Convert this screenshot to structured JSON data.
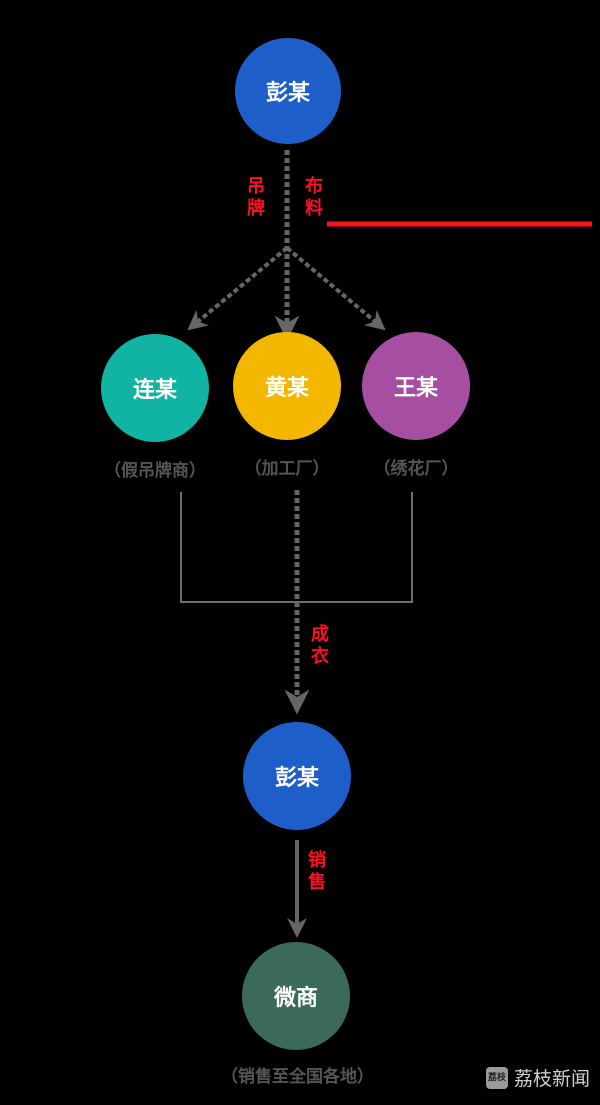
{
  "nodes": {
    "top_peng": {
      "label": "彭某",
      "color": "#1e5ec9"
    },
    "lian": {
      "label": "连某",
      "sub": "（假吊牌商）",
      "color": "#11b3a3"
    },
    "huang": {
      "label": "黄某",
      "sub": "（加工厂）",
      "color": "#f4b700"
    },
    "wang": {
      "label": "王某",
      "sub": "（绣花厂）",
      "color": "#a64ea2"
    },
    "mid_peng": {
      "label": "彭某",
      "color": "#1e5ec9"
    },
    "weishang": {
      "label": "微商",
      "sub": "（销售至全国各地）",
      "color": "#3c6a58"
    }
  },
  "edge_labels": {
    "tag": "吊\n牌",
    "fabric": "布\n料",
    "garment": "成\n衣",
    "sales": "销\n售"
  },
  "colors": {
    "accent_red": "#ff1020",
    "arrow_gray": "#666666",
    "line_gray": "#6e6e6e"
  },
  "watermark": {
    "logo_text": "荔枝",
    "text": "荔枝新闻"
  }
}
